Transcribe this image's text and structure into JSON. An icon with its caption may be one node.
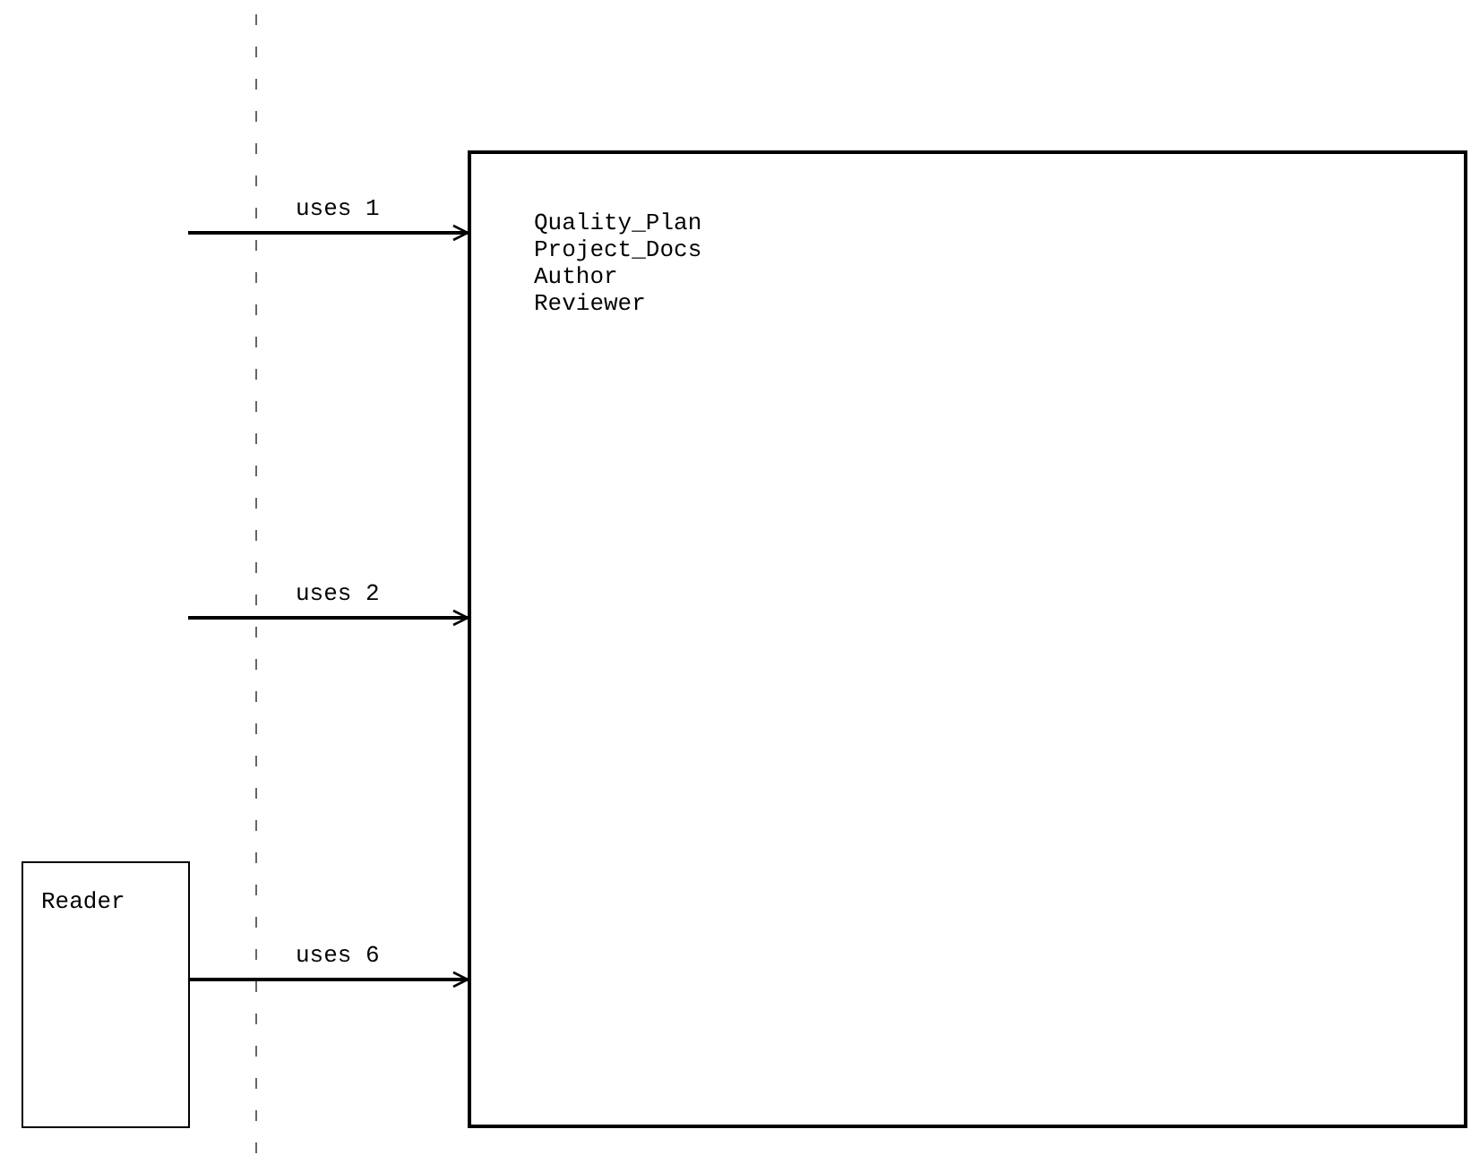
{
  "diagram": {
    "nodes": [
      {
        "text": [
          "Quality_Plan",
          "Project_Docs",
          "Author",
          "Reviewer"
        ]
      },
      {
        "text": [
          "Reader"
        ]
      }
    ],
    "edges": [
      {
        "from": null,
        "to": 0,
        "arrow": "to",
        "label": "uses 1"
      },
      {
        "from": null,
        "to": 0,
        "arrow": "to",
        "label": "uses 2"
      },
      {
        "from": 1,
        "to": 0,
        "arrow": "to",
        "label": "uses 6"
      }
    ]
  }
}
